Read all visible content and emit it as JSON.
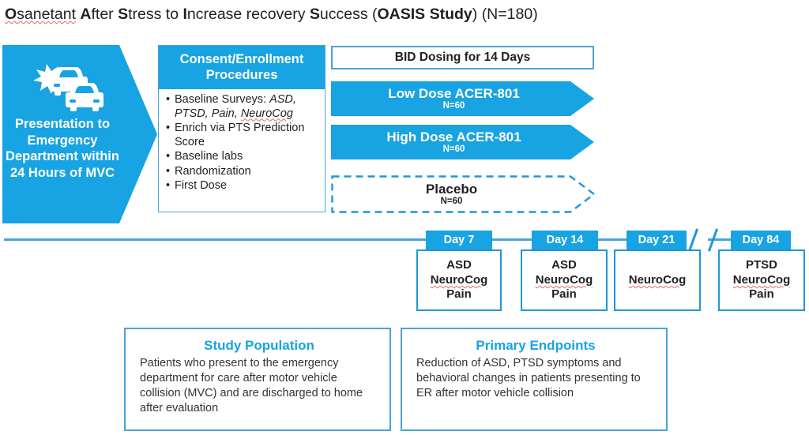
{
  "title": {
    "segments": [
      {
        "text": "O",
        "bold": true,
        "squiggle": true
      },
      {
        "text": "sanetant",
        "bold": false,
        "squiggle": true
      },
      {
        "text": " ",
        "bold": false
      },
      {
        "text": "A",
        "bold": true
      },
      {
        "text": "fter ",
        "bold": false
      },
      {
        "text": "S",
        "bold": true
      },
      {
        "text": "tress to ",
        "bold": false
      },
      {
        "text": "I",
        "bold": true
      },
      {
        "text": "ncrease recovery ",
        "bold": false
      },
      {
        "text": "S",
        "bold": true
      },
      {
        "text": "uccess ",
        "bold": false
      },
      {
        "text": "(",
        "bold": false
      },
      {
        "text": "OASIS Study",
        "bold": true
      },
      {
        "text": ") (N=180)",
        "bold": false
      }
    ],
    "plain": "Osanetant After Stress to Increase recovery Success (OASIS Study) (N=180)"
  },
  "entry": {
    "icon": "car-collision-icon",
    "label": "Presentation to Emergency Department within 24 Hours of MVC"
  },
  "consent": {
    "heading": "Consent/Enrollment Procedures",
    "items": [
      {
        "prefix": "Baseline Surveys: ",
        "italic": "ASD, PTSD, Pain, NeuroCog",
        "squiggle_word": "NeuroCog"
      },
      {
        "prefix": "Enrich via PTS Prediction Score",
        "italic": "",
        "squiggle_word": ""
      },
      {
        "prefix": "Baseline labs",
        "italic": "",
        "squiggle_word": ""
      },
      {
        "prefix": "Randomization",
        "italic": "",
        "squiggle_word": ""
      },
      {
        "prefix": "First Dose",
        "italic": "",
        "squiggle_word": ""
      }
    ]
  },
  "dosing": {
    "banner": "BID Dosing for 14 Days",
    "arms": [
      {
        "name": "Low Dose ACER-801",
        "n": "N=60",
        "style": "solid"
      },
      {
        "name": "High Dose ACER-801",
        "n": "N=60",
        "style": "solid"
      },
      {
        "name": "Placebo",
        "n": "N=60",
        "style": "dashed"
      }
    ]
  },
  "timeline": {
    "break_after": "Day 21",
    "visits": [
      {
        "day": "Day 7",
        "assessments": [
          "ASD",
          "NeuroCog",
          "Pain"
        ]
      },
      {
        "day": "Day 14",
        "assessments": [
          "ASD",
          "NeuroCog",
          "Pain"
        ]
      },
      {
        "day": "Day 21",
        "assessments": [
          "NeuroCog"
        ]
      },
      {
        "day": "Day 84",
        "assessments": [
          "PTSD",
          "NeuroCog",
          "Pain"
        ]
      }
    ]
  },
  "population": {
    "heading": "Study Population",
    "text": "Patients who present to the emergency department for care after motor vehicle collision (MVC) and are discharged to home after evaluation"
  },
  "endpoints": {
    "heading": "Primary Endpoints",
    "text": "Reduction of ASD, PTSD symptoms and behavioral changes in patients presenting to ER after motor vehicle collision"
  },
  "colors": {
    "brand_blue": "#18a3e2",
    "border_blue": "#4aa3d8",
    "text_dark": "#231f20",
    "body_gray": "#333333",
    "spell_red": "#e46b6b",
    "white": "#ffffff"
  }
}
